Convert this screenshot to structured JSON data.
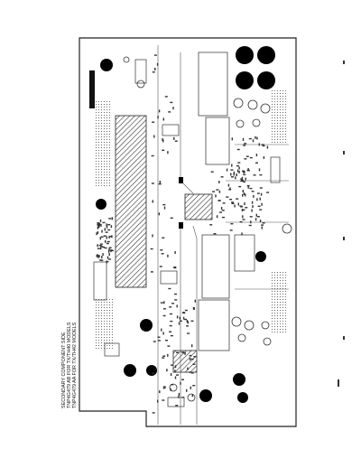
{
  "diagram": {
    "type": "pcb-silkscreen-layout",
    "orientation": "rotated-90-ccw",
    "caption_lines": [
      "SECONDARY COMPONENT SIDE",
      "TNP4G479 AB  FOR TX/TH40 MODELS",
      "TNP4G479 AA  FOR TX/TH42 MODELS"
    ]
  },
  "colors": {
    "board_outline": "#222222",
    "trace": "#555555",
    "component": "#333333",
    "fill_dark": "#000000",
    "background": "#ffffff"
  }
}
